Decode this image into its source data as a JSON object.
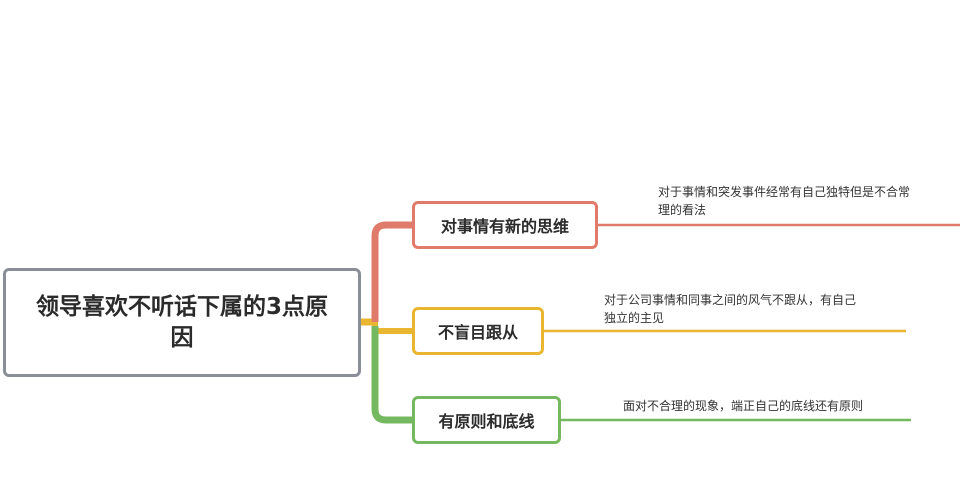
{
  "root": {
    "label": "领导喜欢不听话下属的3点原因"
  },
  "branches": [
    {
      "label": "对事情有新的思维",
      "note_lines": [
        "对于事情和突发事件经常有自己独特但是不合常",
        "理的看法"
      ],
      "color": "#e07a6a"
    },
    {
      "label": "不盲目跟从",
      "note_lines": [
        "对于公司事情和同事之间的风气不跟从，有自己",
        "独立的主见"
      ],
      "color": "#eab52f"
    },
    {
      "label": "有原则和底线",
      "note_lines": [
        "面对不合理的现象，端正自己的底线还有原则"
      ],
      "color": "#74b95f"
    }
  ],
  "root_border_color": "#8a8f97"
}
